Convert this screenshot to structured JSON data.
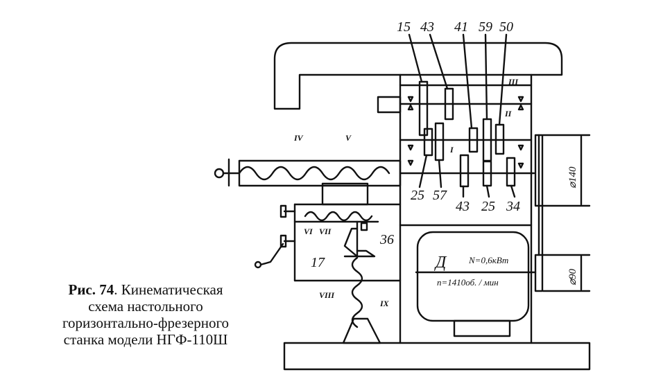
{
  "caption": {
    "fig_num": "Рис. 74",
    "line1": ". Кинематическая",
    "line2": "схема настольного",
    "line3": "горизонтально-фрезерного",
    "line4": "станка модели НГФ-110Ш"
  },
  "gear_labels": {
    "top": [
      "15",
      "43",
      "41",
      "59",
      "50"
    ],
    "bottom": [
      "25",
      "57",
      "43",
      "25",
      "34"
    ],
    "bevel_left": "17",
    "bevel_right": "36"
  },
  "shaft_labels": {
    "III": "III",
    "II": "II",
    "I": "I",
    "IV": "IV",
    "V": "V",
    "VI": "VI",
    "VII": "VII",
    "VIII": "VIII",
    "IX": "IX"
  },
  "motor": {
    "letter": "Д",
    "power": "N=0,6кВт",
    "speed": "n=1410об. / мин"
  },
  "dimensions": {
    "upper_pulley": "⌀140",
    "lower_pulley": "⌀90"
  }
}
